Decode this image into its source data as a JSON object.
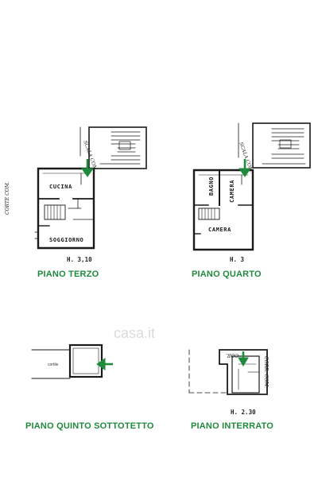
{
  "plans": {
    "terzo": {
      "caption": "PIANO TERZO",
      "height": "H. 3,10",
      "rooms": {
        "cucina": "CUCINA",
        "soggiorno": "SOGGIORNO"
      },
      "notes": {
        "corte": "CORTE COM.",
        "scala": "SCALA COM."
      }
    },
    "quarto": {
      "caption": "PIANO QUARTO",
      "height": "H. 3",
      "rooms": {
        "bagno": "BAGNO",
        "camera_small": "CAMERA",
        "camera_large": "CAMERA"
      },
      "notes": {
        "scala": "SCALA COM."
      }
    },
    "quinto": {
      "caption": "PIANO QUINTO SOTTOTETTO",
      "notes": {
        "cortile": "cortile"
      }
    },
    "interrato": {
      "caption": "PIANO INTERRATO",
      "height": "H. 2.30",
      "notes": {
        "corr": "CORR. COM.",
        "cor": "COR."
      }
    }
  },
  "watermark": "casa.it",
  "colors": {
    "caption": "#1f8a3c",
    "arrow": "#1f8a3c",
    "line": "#1a1a1a"
  }
}
